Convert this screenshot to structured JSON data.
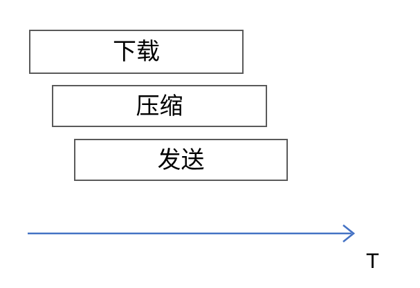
{
  "diagram": {
    "title": "pipeline-timeline",
    "background_color": "#ffffff",
    "stages": [
      {
        "id": "download",
        "label": "下载",
        "border_color": "#595959",
        "fill_color": "#ffffff",
        "text_color": "#000000"
      },
      {
        "id": "compress",
        "label": "压缩",
        "border_color": "#595959",
        "fill_color": "#ffffff",
        "text_color": "#000000"
      },
      {
        "id": "send",
        "label": "发送",
        "border_color": "#595959",
        "fill_color": "#ffffff",
        "text_color": "#000000"
      }
    ],
    "axis": {
      "name": "time-axis",
      "icon": "arrow-right-icon",
      "label": "T",
      "line_color": "#4472C4",
      "label_color": "#000000"
    }
  }
}
